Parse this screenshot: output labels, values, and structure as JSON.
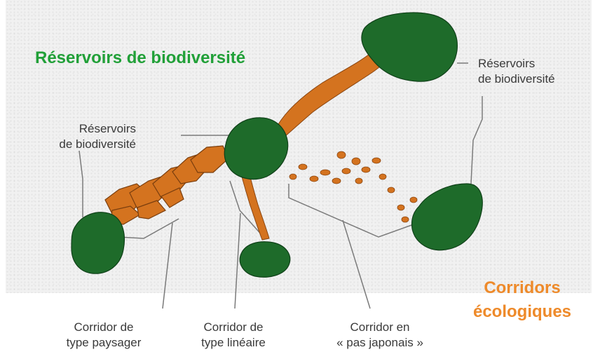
{
  "title": "Réservoirs de biodiversité",
  "corridors_title": {
    "line1": "Corridors",
    "line2": "écologiques"
  },
  "labels": {
    "reservoir_right": {
      "line1": "Réservoirs",
      "line2": "de biodiversité"
    },
    "reservoir_center": {
      "line1": "Réservoirs",
      "line2": "de biodiversité"
    },
    "corridor_paysager": {
      "line1": "Corridor de",
      "line2": "type paysager"
    },
    "corridor_lineaire": {
      "line1": "Corridor de",
      "line2": "type linéaire"
    },
    "corridor_japonais": {
      "line1": "Corridor en",
      "line2": "« pas japonais »"
    }
  },
  "colors": {
    "reservoir": "#1e6b2a",
    "corridor": "#d4731f",
    "title_green": "#21a038",
    "title_orange": "#ee8a2a",
    "leader_line": "#7a7a7a"
  }
}
